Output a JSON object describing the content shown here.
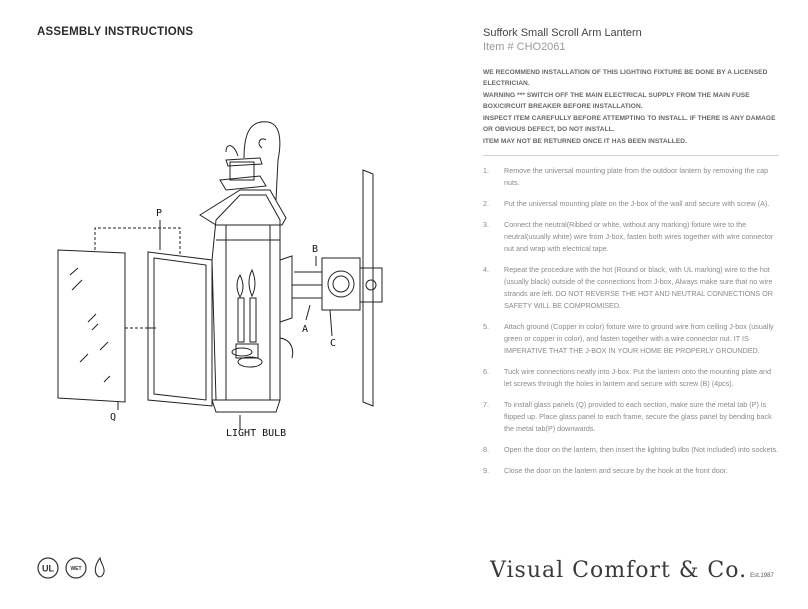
{
  "header": {
    "title": "ASSEMBLY INSTRUCTIONS"
  },
  "product": {
    "title": "Suffork Small Scroll Arm Lantern",
    "item_number": "Item # CHO2061"
  },
  "warnings": [
    "WE RECOMMEND INSTALLATION OF THIS LIGHTING FIXTURE BE DONE BY A LICENSED ELECTRICIAN.",
    "WARNING *** SWITCH OFF THE MAIN ELECTRICAL SUPPLY FROM THE MAIN FUSE BOX/CIRCUIT BREAKER BEFORE INSTALLATION.",
    "INSPECT ITEM CAREFULLY BEFORE ATTEMPTING TO INSTALL. IF THERE IS ANY DAMAGE OR OBVIOUS DEFECT, DO NOT INSTALL.",
    "ITEM MAY NOT BE RETURNED ONCE IT HAS BEEN INSTALLED."
  ],
  "steps": [
    {
      "num": "1.",
      "text": "Remove the universal mounting plate from the outdoor lantern by removing the cap nuts."
    },
    {
      "num": "2.",
      "text": "Put the universal mounting plate on the J-box of the wall and secure with screw (A)."
    },
    {
      "num": "3.",
      "text": "Connect the neutral(Ribbed or white, without any marking) fixture wire to the neutral(usually white) wire from J-box, fasten both wires together with wire connector nut and wrap with electrical tape."
    },
    {
      "num": "4.",
      "text": "Repeat the procedure with the hot (Round or black, with UL marking) wire to the hot (usually black) outside of the connections from J-box, Always make sure that no wire strands are left. DO NOT REVERSE THE HOT AND NEUTRAL CONNECTIONS OR SAFETY WILL BE COMPROMISED."
    },
    {
      "num": "5.",
      "text": "Attach ground (Copper in color) fixture wire to ground wire from ceiling J-box (usually green or copper in color), and fasten together with a wire connector nut. IT IS IMPERATIVE THAT THE J-BOX IN YOUR HOME BE PROPERLY GROUNDED."
    },
    {
      "num": "6.",
      "text": "Tuck wire connections neatly into J-box. Put the lantern onto the mounting plate and let screws through the holes in lantern and secure with screw (B) (4pcs)."
    },
    {
      "num": "7.",
      "text": "To install glass panels (Q) provided to each section, make sure the metal tab (P) is flipped up. Place glass panel to each frame, secure the glass panel by bending back the metal tab(P) downwards."
    },
    {
      "num": "8.",
      "text": "Open the door on the lantern, then insert the lighting bulbs (Not included) into sockets."
    },
    {
      "num": "9.",
      "text": "Close the door on the lantern and secure by the hook at the front door."
    }
  ],
  "diagram": {
    "labels": {
      "p": "P",
      "b": "B",
      "a": "A",
      "c": "C",
      "q": "Q",
      "light_bulb": "LIGHT BULB"
    }
  },
  "certifications": {
    "ul": "UL",
    "wet": "WET"
  },
  "brand": {
    "name": "Visual Comfort & Co.",
    "established": "Est.1987"
  }
}
